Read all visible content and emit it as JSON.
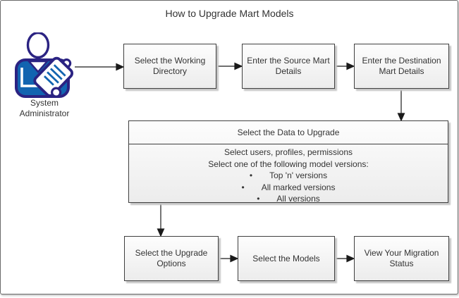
{
  "title": "How to Upgrade Mart Models",
  "colors": {
    "text": "#333333",
    "box_border": "#3f3f3f",
    "box_fill_top": "#fdfdfd",
    "box_fill_bottom": "#ececec",
    "shadow": "#c6c6c6",
    "frame_border": "#6a6a6a",
    "arrow": "#1a1a1a",
    "icon_navy": "#2b2382",
    "icon_blue": "#1264b0"
  },
  "actor": {
    "label": "System Administrator",
    "icon": "system-administrator-clipboard-icon"
  },
  "steps": {
    "row1": [
      {
        "label": "Select the Working Directory"
      },
      {
        "label": "Enter the Source Mart Details"
      },
      {
        "label": "Enter the Destination Mart Details"
      }
    ],
    "data_upgrade": {
      "header": "Select the Data to Upgrade",
      "line1": "Select users, profiles, permissions",
      "line2": "Select one of the following model versions:",
      "bullets": [
        {
          "marker": "•",
          "text": "Top 'n' versions"
        },
        {
          "marker": "•",
          "text": "All marked versions"
        },
        {
          "marker": "•",
          "text": "All versions"
        }
      ]
    },
    "row2": [
      {
        "label": "Select the Upgrade Options"
      },
      {
        "label": "Select the Models"
      },
      {
        "label": "View Your Migration Status"
      }
    ]
  }
}
